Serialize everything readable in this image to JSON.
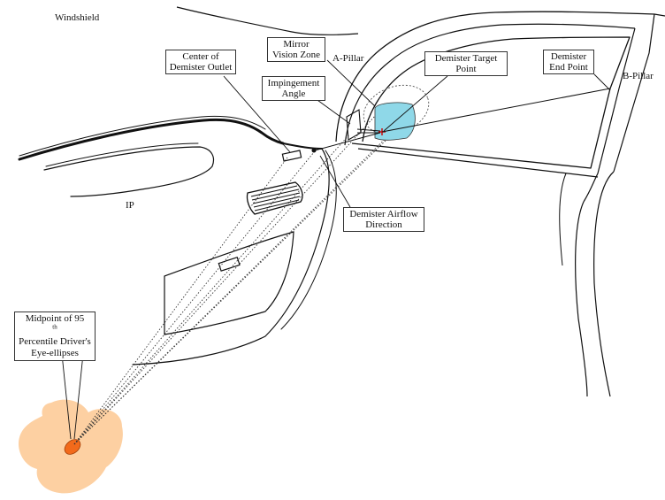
{
  "labels": {
    "windshield": "Windshield",
    "ip": "IP",
    "a_pillar": "A-Pillar",
    "b_pillar": "B-Pillar",
    "center_outlet": [
      "Center of",
      "Demister Outlet"
    ],
    "mirror_zone": [
      "Mirror",
      "Vision Zone"
    ],
    "impingement": [
      "Impingement",
      "Angle"
    ],
    "target_point": [
      "Demister Target",
      "Point"
    ],
    "end_point": [
      "Demister",
      "End Point"
    ],
    "airflow": [
      "Demister Airflow",
      "Direction"
    ],
    "eye_line1_pre": "Midpoint of 95",
    "eye_line1_sup": "th",
    "eye_line2": "Percentile Driver's",
    "eye_line3": "Eye-ellipses"
  },
  "colors": {
    "eye_ellipse": "#fdd0a2",
    "eye_midpoint": "#f26a1b",
    "mirror_zone": "#8fd8e8",
    "target_point": "#cc0000"
  }
}
